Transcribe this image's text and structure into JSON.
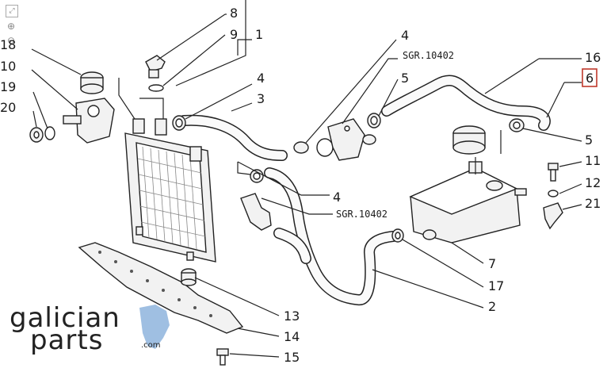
{
  "labels": [
    {
      "id": "8",
      "text": "8"
    },
    {
      "id": "9",
      "text": "9"
    },
    {
      "id": "1",
      "text": "1"
    },
    {
      "id": "18",
      "text": "18"
    },
    {
      "id": "10",
      "text": "10"
    },
    {
      "id": "19",
      "text": "19"
    },
    {
      "id": "20",
      "text": "20"
    },
    {
      "id": "4a",
      "text": "4"
    },
    {
      "id": "3",
      "text": "3"
    },
    {
      "id": "4b",
      "text": "4"
    },
    {
      "id": "5a",
      "text": "5"
    },
    {
      "id": "4c",
      "text": "4"
    },
    {
      "id": "16",
      "text": "16"
    },
    {
      "id": "6",
      "text": "6"
    },
    {
      "id": "5b",
      "text": "5"
    },
    {
      "id": "11",
      "text": "11"
    },
    {
      "id": "12",
      "text": "12"
    },
    {
      "id": "21",
      "text": "21"
    },
    {
      "id": "7",
      "text": "7"
    },
    {
      "id": "17",
      "text": "17"
    },
    {
      "id": "2",
      "text": "2"
    },
    {
      "id": "13",
      "text": "13"
    },
    {
      "id": "14",
      "text": "14"
    },
    {
      "id": "15",
      "text": "15"
    }
  ],
  "references": {
    "sgr_top": "SGR.10402",
    "sgr_mid": "SGR.10402"
  },
  "highlighted_label": "6",
  "colors": {
    "highlight_box": "#c0392b",
    "logo_text": "#222222",
    "logo_accent": "#7fa9d8"
  },
  "logo": {
    "line1": "galician",
    "line2": "parts",
    "suffix": ".com"
  },
  "toolbar_icons": [
    "expand-icon",
    "zoom-in-icon",
    "zoom-out-icon"
  ]
}
